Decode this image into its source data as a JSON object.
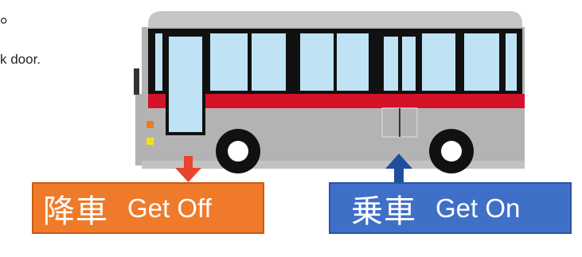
{
  "caption": {
    "line1_fragment": "。",
    "line2_fragment": "k door."
  },
  "signs": {
    "get_off": {
      "kanji": "降車",
      "english": "Get Off"
    },
    "get_on": {
      "kanji": "乗車",
      "english": "Get On"
    }
  },
  "colors": {
    "bus_body": "#b5b5b5",
    "bus_roof": "#c4c4c4",
    "stripe": "#d4122a",
    "window": "#bfe3f5",
    "window_frame": "#111111",
    "get_off_sign": "#ef7a2a",
    "get_on_sign": "#3f6fc6",
    "arrow_down": "#e8452c",
    "arrow_up": "#1f4e9e"
  }
}
